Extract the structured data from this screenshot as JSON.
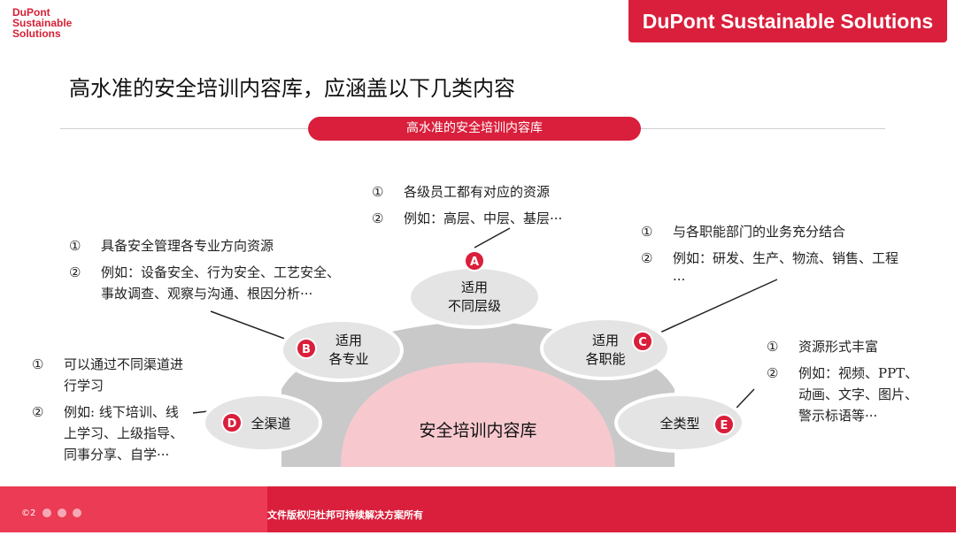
{
  "logo": {
    "line1": "DuPont",
    "line2": "Sustainable",
    "line3": "Solutions"
  },
  "brand_bar": "DuPont Sustainable Solutions",
  "title": "高水准的安全培训内容库，应涵盖以下几类内容",
  "pill_label": "高水准的安全培训内容库",
  "center_label": "安全培训内容库",
  "ovals": {
    "a": {
      "badge": "A",
      "line1": "适用",
      "line2": "不同层级"
    },
    "b": {
      "badge": "B",
      "line1": "适用",
      "line2": "各专业"
    },
    "c": {
      "badge": "C",
      "line1": "适用",
      "line2": "各职能"
    },
    "d": {
      "badge": "D",
      "line1": "全渠道"
    },
    "e": {
      "badge": "E",
      "line1": "全类型"
    }
  },
  "notes": {
    "a": [
      {
        "num": "①",
        "text": "各级员工都有对应的资源"
      },
      {
        "num": "②",
        "text": "例如：高层、中层、基层···"
      }
    ],
    "b": [
      {
        "num": "①",
        "text": "具备安全管理各专业方向资源"
      },
      {
        "num": "②",
        "text": "例如：设备安全、行为安全、工艺安全、事故调查、观察与沟通、根因分析···"
      }
    ],
    "c": [
      {
        "num": "①",
        "text": "与各职能部门的业务充分结合"
      },
      {
        "num": "②",
        "text": "例如：研发、生产、物流、销售、工程···"
      }
    ],
    "d": [
      {
        "num": "①",
        "text": "可以通过不同渠道进行学习"
      },
      {
        "num": "②",
        "text": "例如: 线下培训、线上学习、上级指导、同事分享、自学···"
      }
    ],
    "e": [
      {
        "num": "①",
        "text": "资源形式丰富"
      },
      {
        "num": "②",
        "text": "例如：视频、PPT、动画、文字、图片、警示标语等···"
      }
    ]
  },
  "footer": {
    "copyright": "文件版权归杜邦可持续解决方案所有",
    "page": "©2"
  },
  "colors": {
    "brand": "#d91f3b",
    "oval": "#e3e3e3",
    "center": "#f7c9cf"
  }
}
